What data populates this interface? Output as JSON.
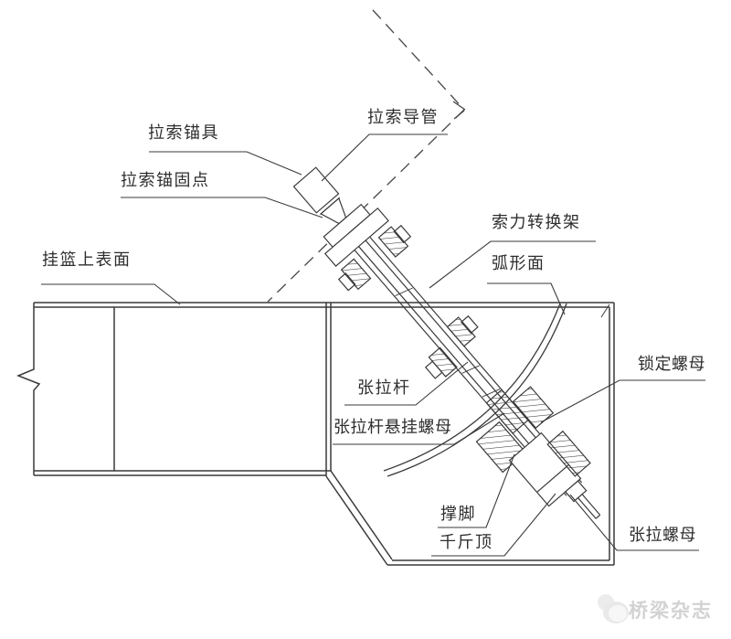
{
  "diagram": {
    "type": "engineering-line-drawing",
    "subject": "hanging-basket cable anchorage and tensioning assembly section",
    "colors": {
      "line": "#3a3a3a",
      "background": "#ffffff",
      "watermark": "#d2d2d2"
    },
    "labels": {
      "cable_anchor": {
        "text": "拉索锚具"
      },
      "anchorage_point": {
        "text": "拉索锚固点"
      },
      "guide_tube": {
        "text": "拉索导管"
      },
      "basket_top_surface": {
        "text": "挂篮上表面"
      },
      "conversion_frame": {
        "text": "索力转换架"
      },
      "arc_surface": {
        "text": "弧形面"
      },
      "tension_rod": {
        "text": "张拉杆"
      },
      "suspension_nut": {
        "text": "张拉杆悬挂螺母"
      },
      "locking_nut": {
        "text": "锁定螺母"
      },
      "support_foot": {
        "text": "撑脚"
      },
      "jack": {
        "text": "千斤顶"
      },
      "tension_nut": {
        "text": "张拉螺母"
      }
    },
    "watermark": {
      "text": "桥梁杂志",
      "logo": "bridge-magazine-logo"
    }
  }
}
